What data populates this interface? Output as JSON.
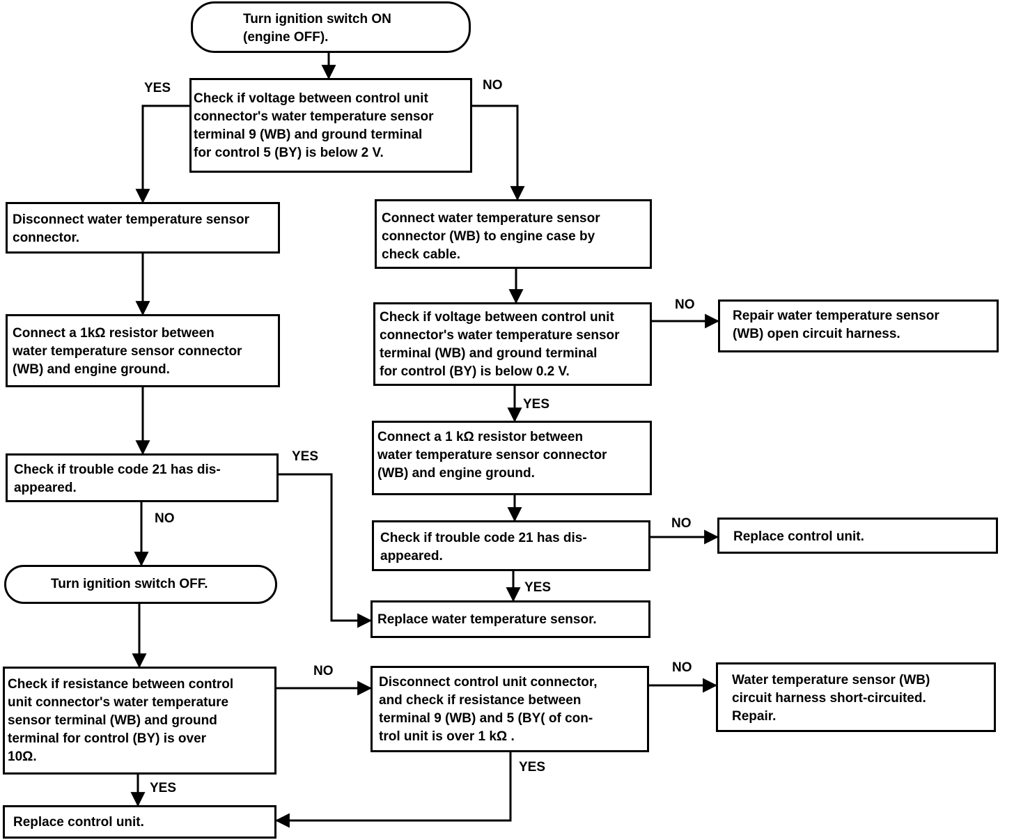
{
  "nodes": {
    "n1": "Turn ignition switch ON\n(engine OFF).",
    "n2": "Check if voltage between control unit\nconnector's water temperature sensor\nterminal 9 (WB) and ground terminal\nfor control 5 (BY) is below 2 V.",
    "n3": "Disconnect water temperature sensor\nconnector.",
    "n4": "Connect a 1kΩ resistor between\nwater temperature sensor connector\n(WB) and engine ground.",
    "n5": "Check if trouble code 21 has dis-\nappeared.",
    "n6": "Turn ignition switch OFF.",
    "n7": "Check if resistance between control\nunit connector's water temperature\nsensor terminal (WB) and ground\nterminal for control (BY) is over\n10Ω.",
    "n8": "Replace control unit.",
    "n9": "Connect water temperature sensor\nconnector (WB) to engine case by\ncheck cable.",
    "n10": "Check if voltage between control unit\nconnector's water temperature sensor\nterminal (WB) and ground terminal\nfor control (BY) is below 0.2 V.",
    "n11": "Repair water temperature sensor\n(WB) open circuit harness.",
    "n12": "Connect a 1 kΩ resistor between\nwater temperature sensor connector\n(WB) and engine ground.",
    "n13": "Check if trouble code 21 has dis-\nappeared.",
    "n14": "Replace control unit.",
    "n15": "Replace water temperature sensor.",
    "n16": "Disconnect control unit connector,\nand check if resistance between\nterminal 9 (WB) and 5 (BY( of con-\ntrol unit is over 1 kΩ .",
    "n17": "Water temperature sensor (WB)\ncircuit harness short-circuited.\nRepair."
  },
  "labels": {
    "l_yes_n2": "YES",
    "l_no_n2": "NO",
    "l_yes_n5": "YES",
    "l_no_n5": "NO",
    "l_no_n10": "NO",
    "l_yes_n10": "YES",
    "l_no_n13": "NO",
    "l_yes_n13": "YES",
    "l_no_n7": "NO",
    "l_yes_n7": "YES",
    "l_no_n16": "NO",
    "l_yes_n16": "YES"
  }
}
